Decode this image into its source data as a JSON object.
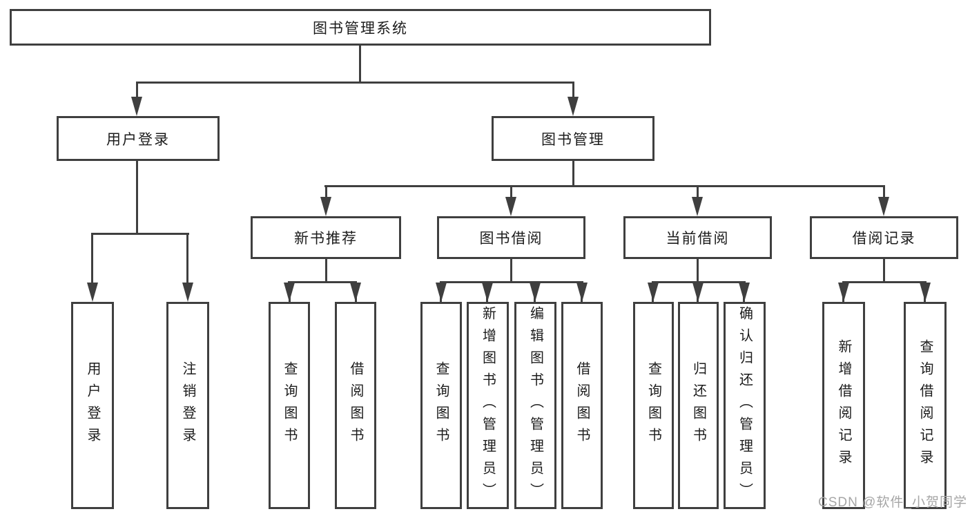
{
  "diagram": {
    "root_label": "图书管理系统",
    "level2": {
      "user_login": "用户登录",
      "book_mgmt": "图书管理"
    },
    "level3": {
      "new_books": "新书推荐",
      "book_borrow": "图书借阅",
      "current_borrow": "当前借阅",
      "borrow_records": "借阅记录"
    },
    "leaves": {
      "user_login": [
        "用户登录",
        "注销登录"
      ],
      "new_books": [
        "查询图书",
        "借阅图书"
      ],
      "book_borrow": [
        "查询图书",
        "新增图书（管理员）",
        "编辑图书（管理员）",
        "借阅图书"
      ],
      "current_borrow": [
        "查询图书",
        "归还图书",
        "确认归还（管理员）"
      ],
      "borrow_records": [
        "新增借阅记录",
        "查询借阅记录"
      ]
    }
  },
  "watermark": {
    "text": "CSDN @软件_小贺同学"
  },
  "colors": {
    "line": "#3f3f3f",
    "box_border": "#3f3f3f",
    "text": "#1c1c1c",
    "background": "#ffffff",
    "watermark": "#a6a6a6"
  }
}
